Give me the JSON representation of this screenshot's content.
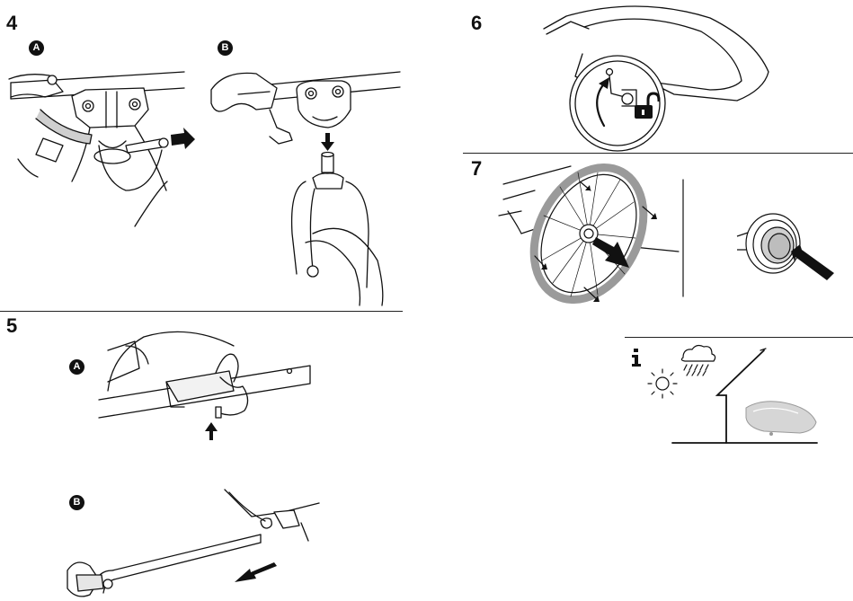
{
  "steps": [
    {
      "number": "4",
      "substeps": [
        "A",
        "B"
      ]
    },
    {
      "number": "5",
      "substeps": [
        "A",
        "B"
      ]
    },
    {
      "number": "6"
    },
    {
      "number": "7"
    }
  ],
  "info": {
    "icon": "i"
  },
  "icons": [
    "push-arrow-icon",
    "unlock-padlock-icon",
    "rain-cloud-icon",
    "sun-icon",
    "info-icon"
  ],
  "colors": {
    "line": "#111111",
    "tire": "#9a9a9a",
    "shade": "#d9d9d9"
  }
}
